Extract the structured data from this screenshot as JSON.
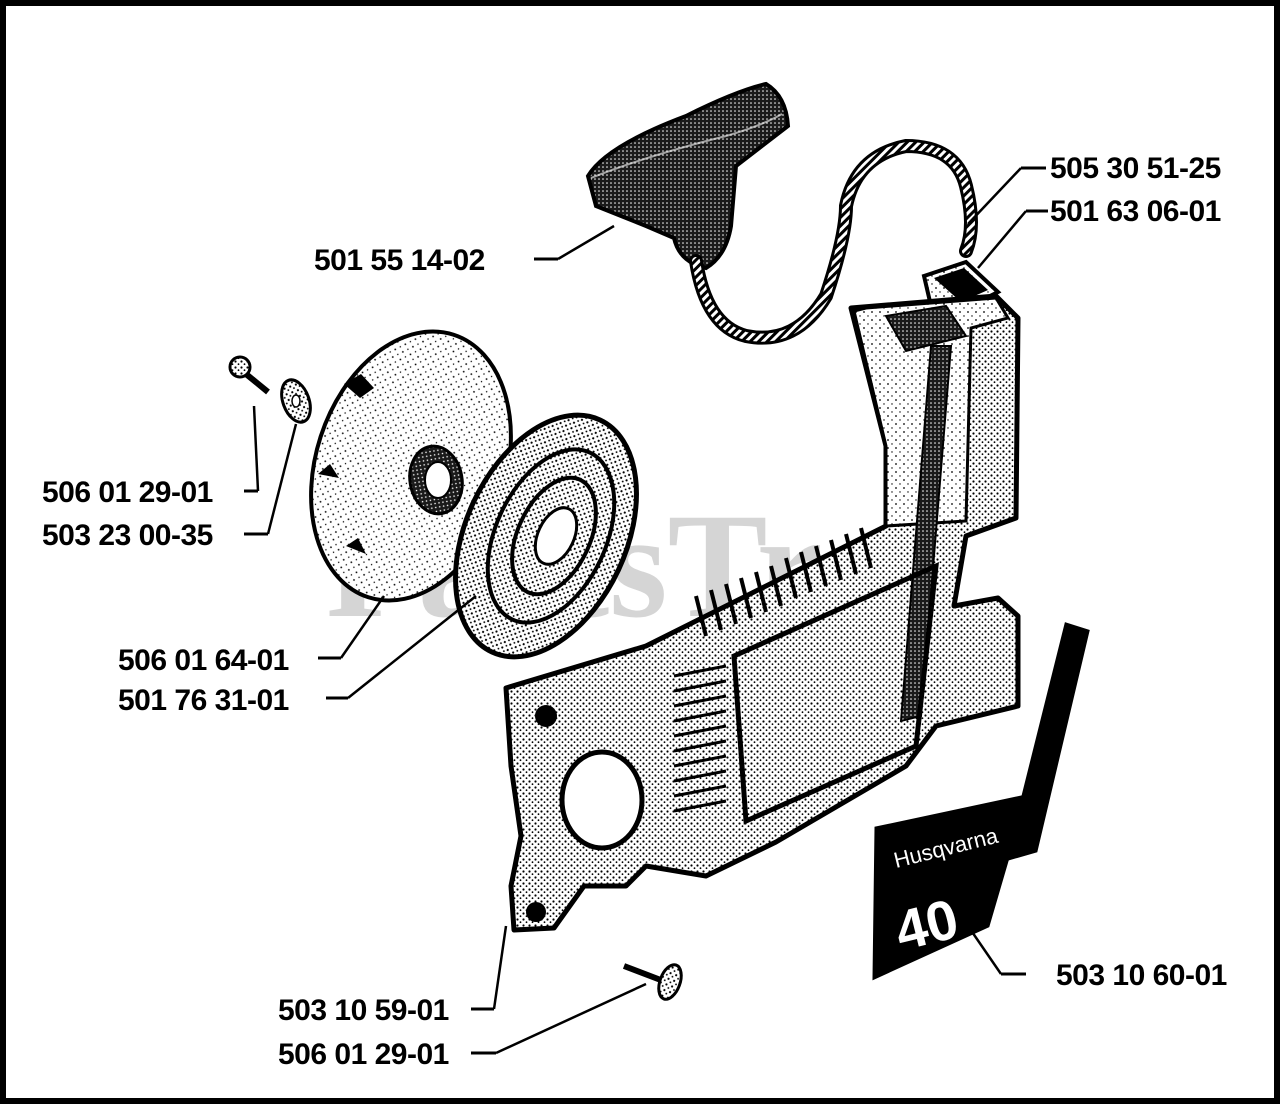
{
  "watermark": "PartsTree",
  "decal": {
    "brand": "Husqvarna",
    "model": "40"
  },
  "parts": {
    "starter_handle": "501 55 14-02",
    "starter_rope": "505 30 51-25",
    "rope_guide": "501 63 06-01",
    "screw_top": "506 01 29-01",
    "washer": "503 23 00-35",
    "pulley": "506 01 64-01",
    "recoil_spring": "501 76 31-01",
    "decal": "503 10 60-01",
    "screw_bottom_a": "503 10 59-01",
    "screw_bottom_b": "506 01 29-01"
  },
  "colors": {
    "ink": "#000000",
    "paper": "#ffffff",
    "stipple": "#8a8a8a",
    "watermark": "#c8c8c8"
  }
}
